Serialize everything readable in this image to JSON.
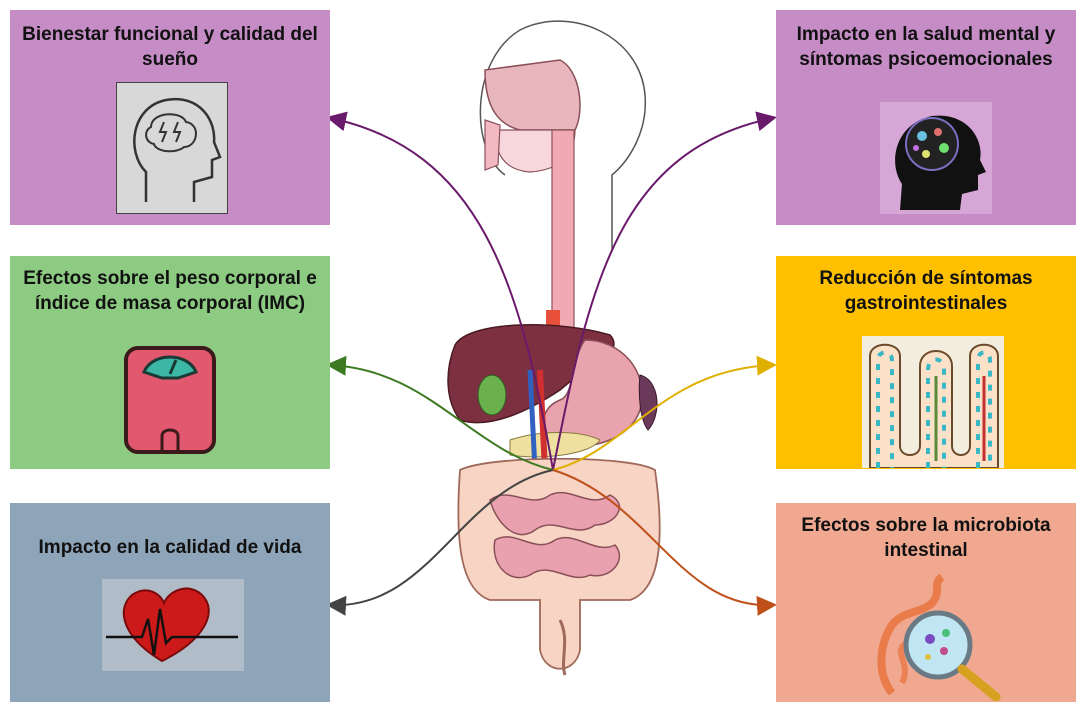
{
  "panels": {
    "sleep": {
      "title": "Bienestar funcional y calidad del sueño",
      "icon": "brain-head-icon",
      "color": "#c58cc6"
    },
    "mental": {
      "title": "Impacto en la salud mental y síntomas psicoemocionales",
      "icon": "neural-head-icon",
      "color": "#c58cc6"
    },
    "weight": {
      "title": "Efectos sobre el peso corporal e índice de masa corporal (IMC)",
      "icon": "bathroom-scale-icon",
      "color": "#8ecb82"
    },
    "gi": {
      "title": "Reducción de síntomas gastrointestinales",
      "icon": "intestinal-villi-icon",
      "color": "#fec000"
    },
    "quality": {
      "title": "Impacto en la calidad de vida",
      "icon": "heart-pulse-icon",
      "color": "#8ea4b8"
    },
    "microbiota": {
      "title": "Efectos sobre la microbiota intestinal",
      "icon": "gut-magnifier-icon",
      "color": "#f0a990"
    }
  },
  "center": {
    "icon": "digestive-system-icon"
  },
  "arrows": [
    {
      "target": "sleep",
      "color": "#6a1a6a"
    },
    {
      "target": "mental",
      "color": "#6a1a6a"
    },
    {
      "target": "weight",
      "color": "#3d7a22"
    },
    {
      "target": "gi",
      "color": "#e0b000"
    },
    {
      "target": "quality",
      "color": "#444444"
    },
    {
      "target": "microbiota",
      "color": "#c0501a"
    }
  ]
}
